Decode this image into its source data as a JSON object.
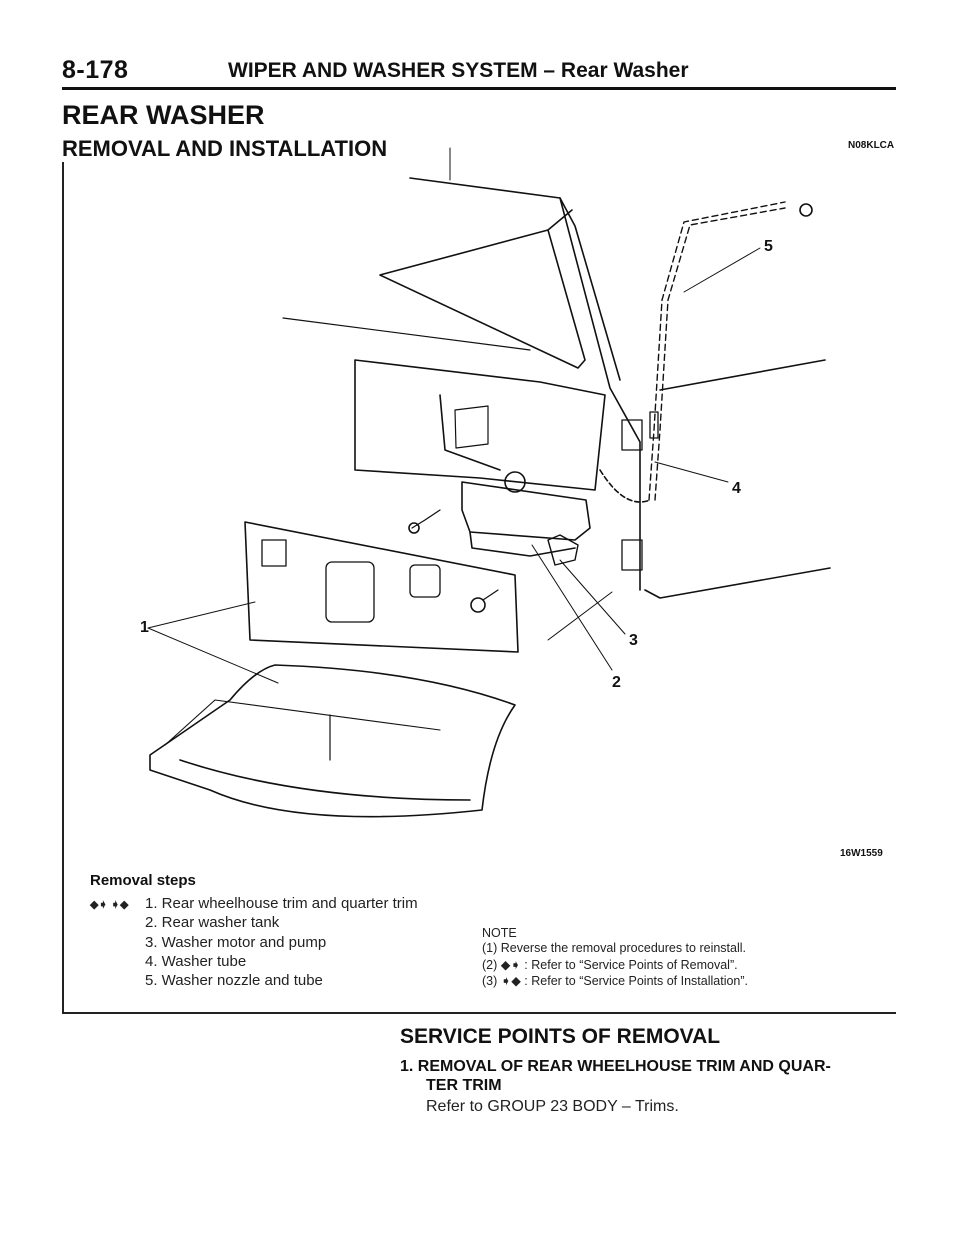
{
  "header": {
    "page_number": "8-178",
    "title": "WIPER AND WASHER SYSTEM – Rear Washer"
  },
  "section": {
    "title": "REAR WASHER",
    "subtitle": "REMOVAL AND INSTALLATION",
    "code": "N08KLCA"
  },
  "figure": {
    "id": "16W1559",
    "callouts": [
      "1",
      "2",
      "3",
      "4",
      "5"
    ]
  },
  "removal": {
    "title": "Removal steps",
    "symbols": "◆➧ ➧◆",
    "steps": [
      "1. Rear wheelhouse trim and quarter trim",
      "2. Rear washer tank",
      "3. Washer motor and pump",
      "4. Washer tube",
      "5. Washer nozzle and tube"
    ]
  },
  "note": {
    "title": "NOTE",
    "lines": [
      "(1) Reverse the removal procedures to reinstall.",
      "(2) ◆➧ : Refer to “Service Points of Removal”.",
      "(3) ➧◆ : Refer to “Service Points of Installation”."
    ]
  },
  "service": {
    "title": "SERVICE POINTS OF REMOVAL",
    "item_title_line1": "1. REMOVAL OF REAR WHEELHOUSE TRIM AND QUAR-",
    "item_title_line2": "TER TRIM",
    "item_text": "Refer to GROUP 23 BODY – Trims."
  }
}
